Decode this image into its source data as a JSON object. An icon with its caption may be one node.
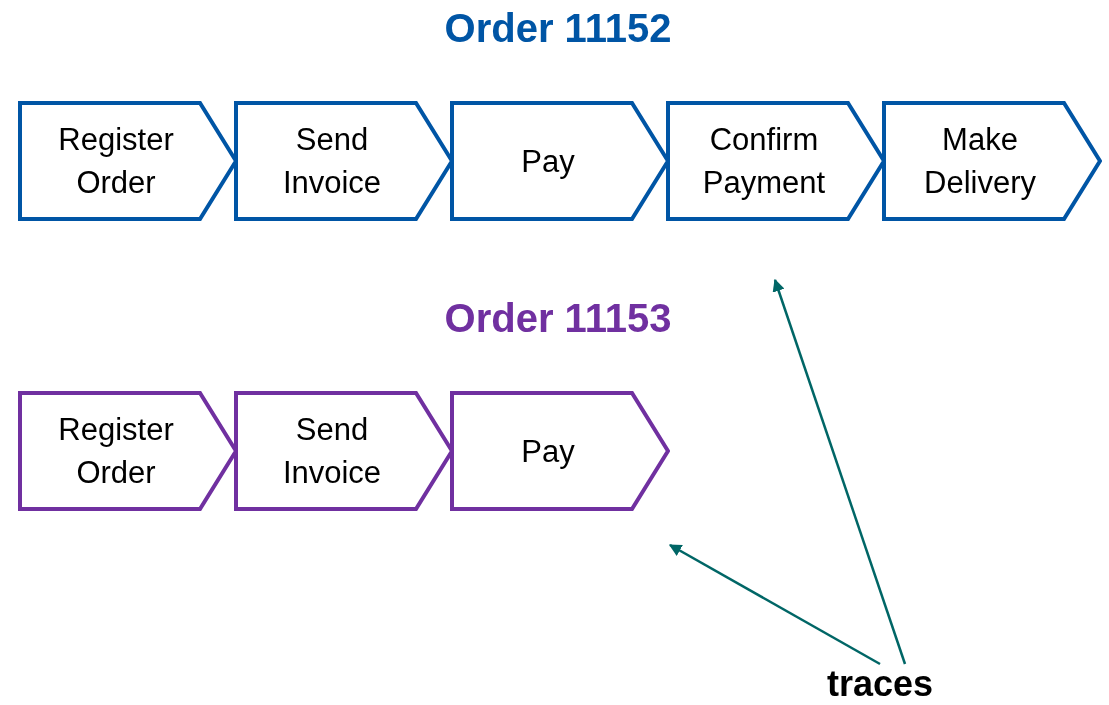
{
  "diagram": {
    "nodes": [
      {
        "text": [
          "Register Order"
        ]
      },
      {
        "text": [
          "Send Invoice"
        ]
      },
      {
        "text": [
          "Pay"
        ]
      },
      {
        "text": [
          "Confirm Payment"
        ]
      },
      {
        "text": [
          "Make Delivery"
        ]
      },
      {
        "text": [
          "Register Order"
        ]
      },
      {
        "text": [
          "Send Invoice"
        ]
      },
      {
        "text": [
          "Pay"
        ]
      },
      {
        "text": [
          "traces"
        ]
      }
    ],
    "edges": [
      {
        "from": 8,
        "to": null,
        "arrow": "to"
      },
      {
        "from": 8,
        "to": null,
        "arrow": "to"
      }
    ],
    "labels": [
      "Order 11152",
      "Order 11153"
    ]
  }
}
